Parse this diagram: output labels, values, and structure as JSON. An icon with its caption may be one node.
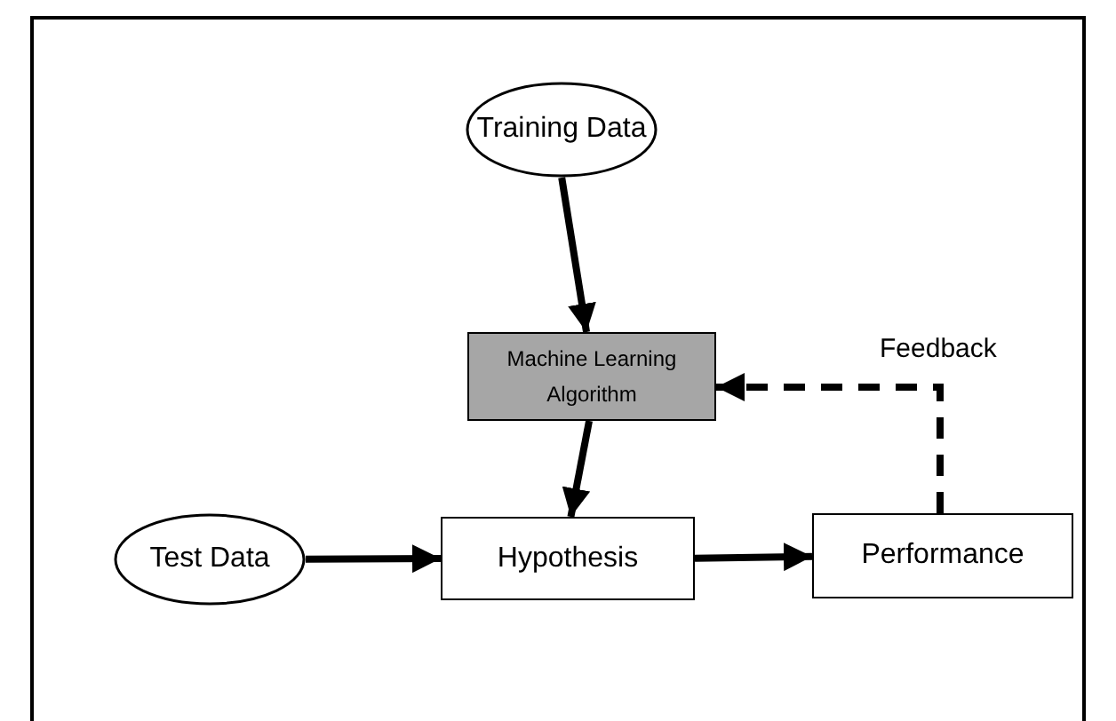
{
  "diagram": {
    "nodes": [
      {
        "text": [
          "Training Data"
        ]
      },
      {
        "text": [
          "Machine Learning Algorithm"
        ]
      },
      {
        "text": [
          "Test Data"
        ]
      },
      {
        "text": [
          "Hypothesis"
        ]
      },
      {
        "text": [
          "Performance"
        ]
      }
    ],
    "edges": [
      {
        "from": 0,
        "to": 1,
        "arrow": "to"
      },
      {
        "from": 1,
        "to": 3,
        "arrow": "to"
      },
      {
        "from": 2,
        "to": 3,
        "arrow": "to"
      },
      {
        "from": 3,
        "to": 4,
        "arrow": "to"
      },
      {
        "from": 4,
        "to": 1,
        "arrow": "to",
        "style": "dashed",
        "label": "Feedback"
      }
    ]
  }
}
